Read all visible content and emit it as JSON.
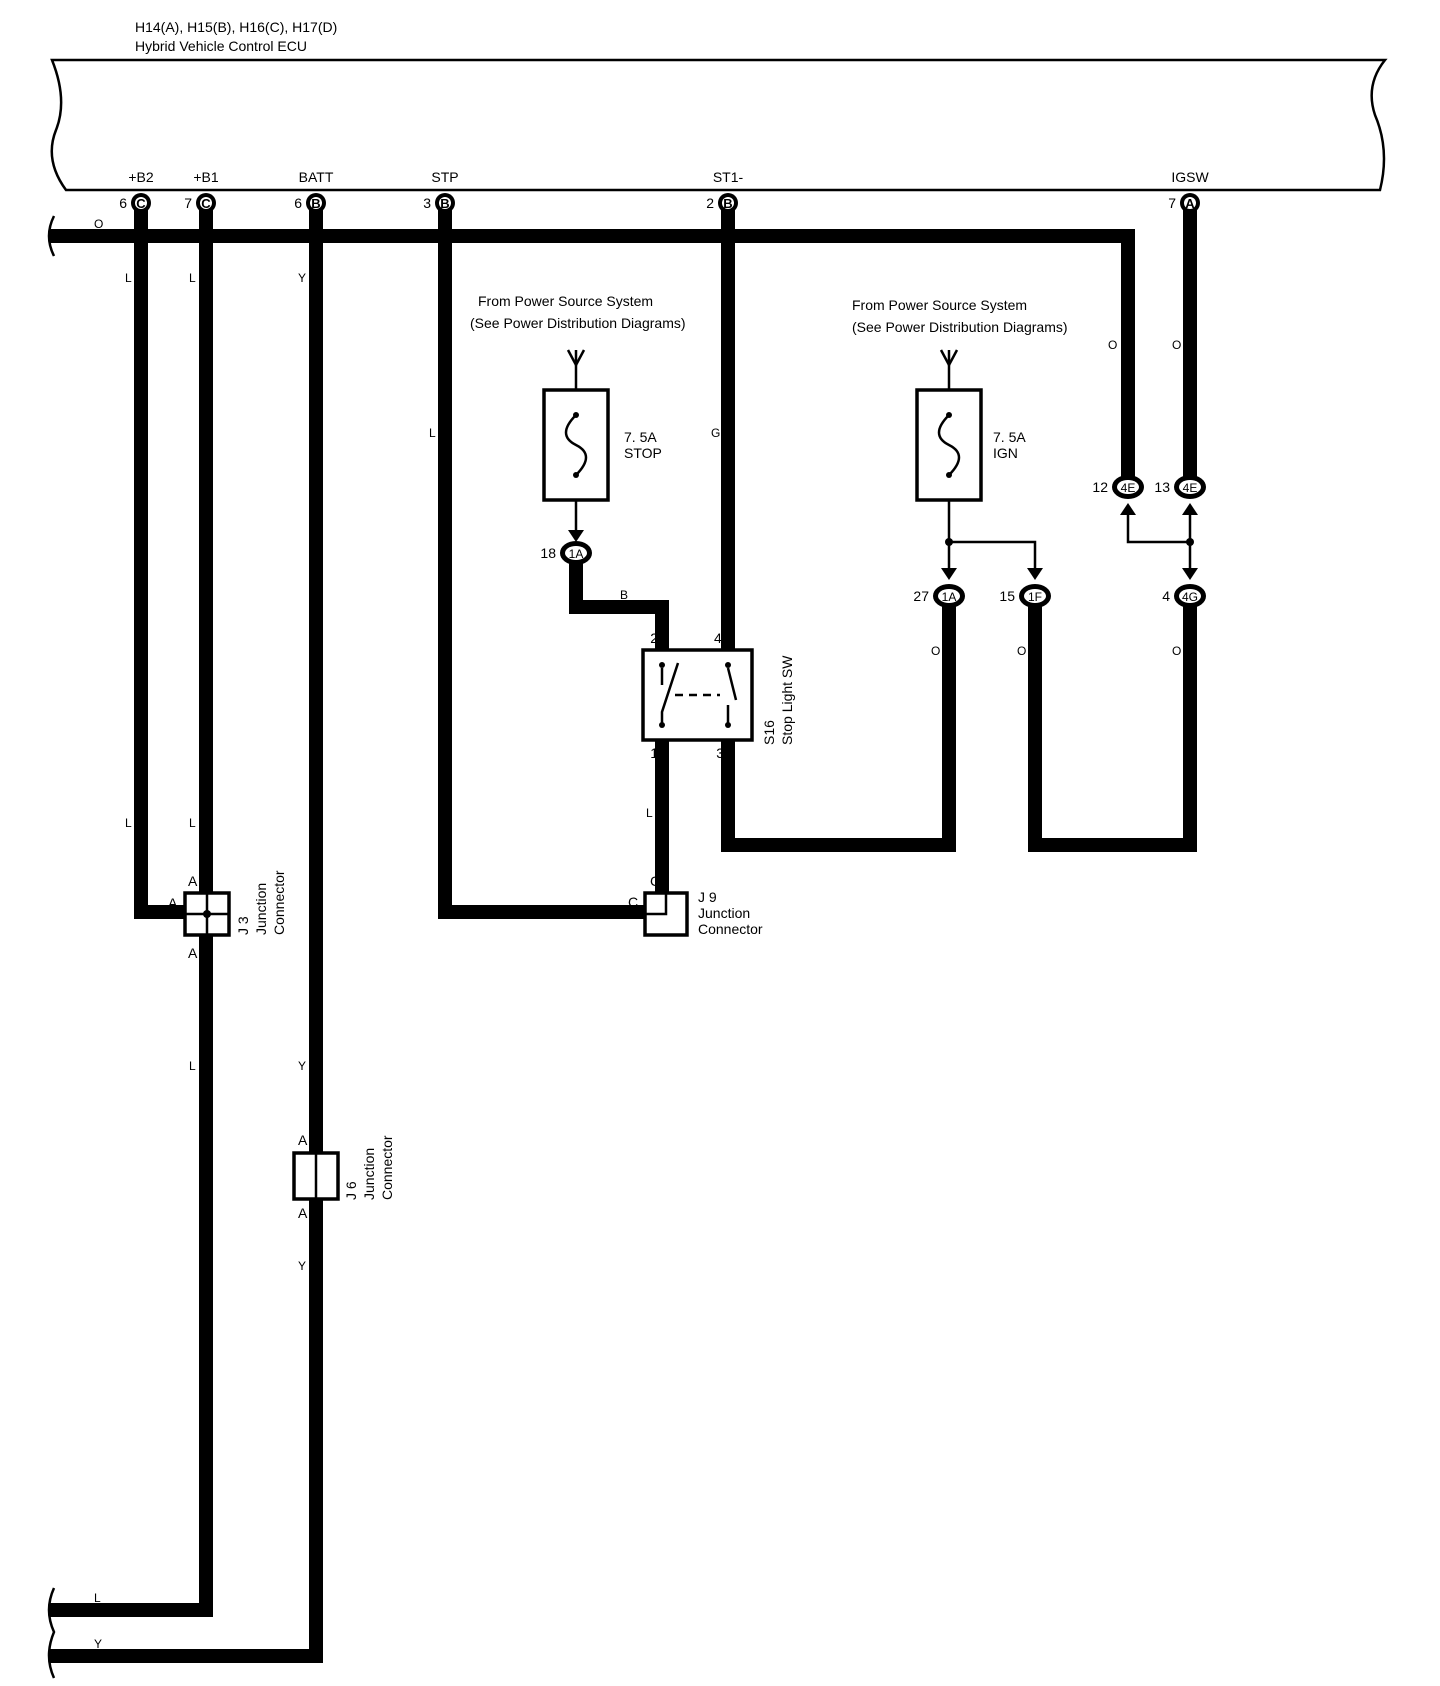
{
  "ecu": {
    "connectors": "H14(A), H15(B), H16(C), H17(D)",
    "name": "Hybrid Vehicle Control ECU",
    "terminals": [
      {
        "label": "+B2",
        "pin": "6",
        "connector": "C"
      },
      {
        "label": "+B1",
        "pin": "7",
        "connector": "C"
      },
      {
        "label": "BATT",
        "pin": "6",
        "connector": "B"
      },
      {
        "label": "STP",
        "pin": "3",
        "connector": "B"
      },
      {
        "label": "ST1-",
        "pin": "2",
        "connector": "B"
      },
      {
        "label": "IGSW",
        "pin": "7",
        "connector": "A"
      }
    ]
  },
  "power_sources": [
    {
      "line1": "From Power Source System",
      "line2": "(See Power Distribution Diagrams)"
    },
    {
      "line1": "From Power Source System",
      "line2": "(See Power Distribution Diagrams)"
    }
  ],
  "fuses": [
    {
      "rating": "7. 5A",
      "name": "STOP"
    },
    {
      "rating": "7. 5A",
      "name": "IGN"
    }
  ],
  "inline_connectors": [
    {
      "pin": "18",
      "code": "1A"
    },
    {
      "pin": "27",
      "code": "1A"
    },
    {
      "pin": "15",
      "code": "1F"
    },
    {
      "pin": "12",
      "code": "4E"
    },
    {
      "pin": "13",
      "code": "4E"
    },
    {
      "pin": "4",
      "code": "4G"
    }
  ],
  "stop_light_sw": {
    "id": "S16",
    "name": "Stop Light SW",
    "pins": [
      "2",
      "4",
      "1",
      "3"
    ]
  },
  "junction_connectors": {
    "j3": {
      "id": "J 3",
      "name1": "Junction",
      "name2": "Connector",
      "pins": [
        "A",
        "A",
        "A"
      ]
    },
    "j6": {
      "id": "J 6",
      "name1": "Junction",
      "name2": "Connector",
      "pins": [
        "A",
        "A"
      ]
    },
    "j9": {
      "id": "J 9",
      "name1": "Junction",
      "name2": "Connector",
      "pins": [
        "C",
        "C"
      ]
    }
  },
  "wire_colors": {
    "o": "O",
    "l": "L",
    "y": "Y",
    "b": "B",
    "g": "G"
  }
}
